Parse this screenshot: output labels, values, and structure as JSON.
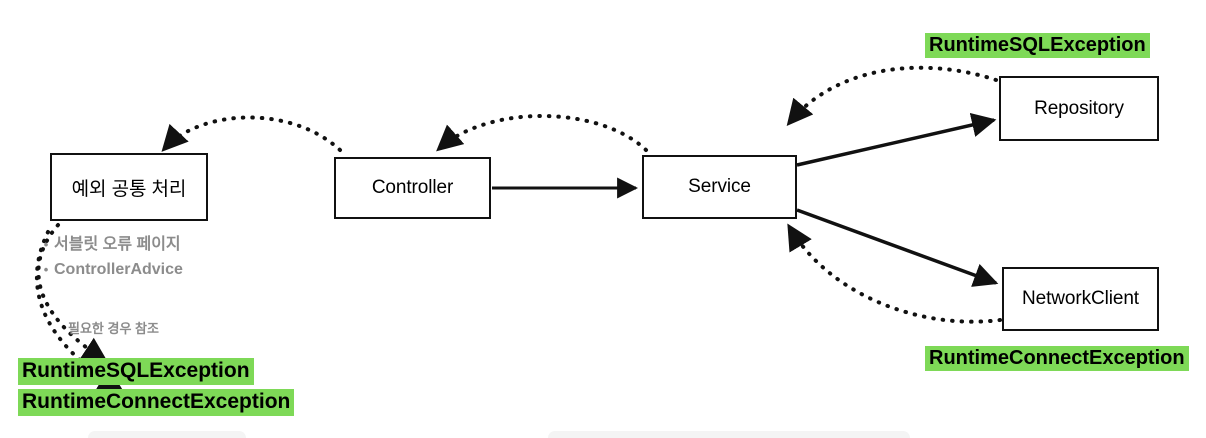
{
  "diagram": {
    "title": "Spring exception handling flow",
    "colors": {
      "highlight_green": "#7ed957",
      "stroke": "#111111",
      "muted_text": "#8c8c8c",
      "background": "#ffffff",
      "ghost_card": "#f4f4f4"
    },
    "nodes": [
      {
        "id": "exception-common-handler",
        "label": "예외 공통 처리"
      },
      {
        "id": "controller",
        "label": "Controller"
      },
      {
        "id": "service",
        "label": "Service"
      },
      {
        "id": "repository",
        "label": "Repository"
      },
      {
        "id": "network-client",
        "label": "NetworkClient"
      }
    ],
    "tags": [
      {
        "id": "tag-repository-exception",
        "label": "RuntimeSQLException"
      },
      {
        "id": "tag-networkclient-exception",
        "label": "RuntimeConnectException"
      },
      {
        "id": "tag-handler-sql-exception",
        "label": "RuntimeSQLException"
      },
      {
        "id": "tag-handler-connect-exception",
        "label": "RuntimeConnectException"
      }
    ],
    "notes": {
      "bullet_glyph": "•",
      "items": [
        {
          "id": "note-servlet-error-page",
          "label": "서블릿 오류 페이지"
        },
        {
          "id": "note-controller-advice",
          "label": "ControllerAdvice"
        }
      ]
    },
    "captions": [
      {
        "id": "caption-reference-when-needed",
        "label": "필요한 경우 참조"
      }
    ],
    "edges": [
      {
        "id": "edge-controller-to-service",
        "style": "solid",
        "from": "controller",
        "to": "service"
      },
      {
        "id": "edge-service-to-repository",
        "style": "solid",
        "from": "service",
        "to": "repository"
      },
      {
        "id": "edge-service-to-networkclient",
        "style": "solid",
        "from": "service",
        "to": "network-client"
      },
      {
        "id": "edge-repository-to-service",
        "style": "dotted",
        "from": "repository",
        "to": "service"
      },
      {
        "id": "edge-networkclient-to-service",
        "style": "dotted",
        "from": "network-client",
        "to": "service"
      },
      {
        "id": "edge-service-to-controller",
        "style": "dotted",
        "from": "service",
        "to": "controller"
      },
      {
        "id": "edge-controller-to-handler",
        "style": "dotted",
        "from": "controller",
        "to": "exception-common-handler"
      },
      {
        "id": "edge-handler-to-sql-exception",
        "style": "dotted",
        "from": "exception-common-handler",
        "to": "tag-handler-sql-exception"
      },
      {
        "id": "edge-handler-to-connect-exception",
        "style": "dotted",
        "from": "exception-common-handler",
        "to": "tag-handler-connect-exception"
      }
    ]
  }
}
